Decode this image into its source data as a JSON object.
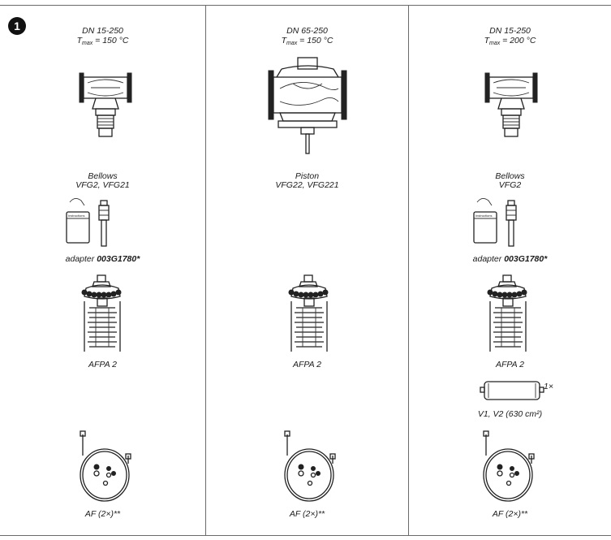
{
  "badge": "1",
  "columns": [
    {
      "dn": "DN 15-250",
      "tmax_symbol": "T",
      "tmax_sub": "max",
      "tmax_value": " = 150 °C",
      "type": "Bellows",
      "models": "VFG2, VFG21",
      "manual_label": "Instructions",
      "adapter_prefix": "adapter ",
      "adapter_code": "003G1780*",
      "actuator": "AFPA 2",
      "af": "AF (2×)**"
    },
    {
      "dn": "DN 65-250",
      "tmax_symbol": "T",
      "tmax_sub": "max",
      "tmax_value": " = 150 °C",
      "type": "Piston",
      "models": "VFG22, VFG221",
      "actuator": "AFPA 2",
      "af": "AF (2×)**"
    },
    {
      "dn": "DN 15-250",
      "tmax_symbol": "T",
      "tmax_sub": "max",
      "tmax_value": " = 200 °C",
      "type": "Bellows",
      "models": "VFG2",
      "manual_label": "Instructions",
      "adapter_prefix": "adapter ",
      "adapter_code": "003G1780*",
      "actuator": "AFPA 2",
      "vessel_qty": "1×",
      "vessel": "V1, V2 (630 cm²)",
      "af": "AF (2×)**"
    }
  ]
}
